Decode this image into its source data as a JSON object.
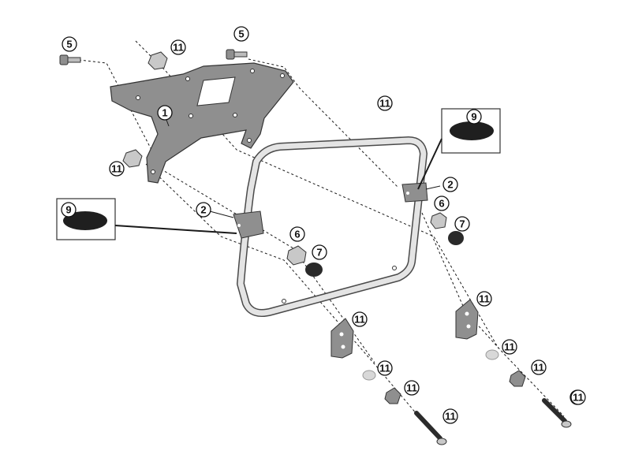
{
  "diagram": {
    "colors": {
      "line": "#1a1a1a",
      "plate": "#8f8f8f",
      "plate_dark": "#5a5a5a",
      "frame_fill": "#e4e4e4",
      "frame_stroke": "#4a4a4a",
      "nut": "#c8c8c8",
      "cap": "#2a2a2a",
      "washer": "#d8d8d8",
      "screw": "#2b2b2b",
      "background": "#ffffff"
    },
    "callouts": [
      {
        "id": "c-5a",
        "label": "5"
      },
      {
        "id": "c-11a",
        "label": "11"
      },
      {
        "id": "c-5b",
        "label": "5"
      },
      {
        "id": "c-1",
        "label": "1"
      },
      {
        "id": "c-11b",
        "label": "11"
      },
      {
        "id": "c-11c",
        "label": "11"
      },
      {
        "id": "c-9a",
        "label": "9"
      },
      {
        "id": "c-2a",
        "label": "2"
      },
      {
        "id": "c-6a",
        "label": "6"
      },
      {
        "id": "c-7a",
        "label": "7"
      },
      {
        "id": "c-9b",
        "label": "9"
      },
      {
        "id": "c-2b",
        "label": "2"
      },
      {
        "id": "c-6b",
        "label": "6"
      },
      {
        "id": "c-7b",
        "label": "7"
      },
      {
        "id": "c-11d",
        "label": "11"
      },
      {
        "id": "c-11e",
        "label": "11"
      },
      {
        "id": "c-11f",
        "label": "11"
      },
      {
        "id": "c-11g",
        "label": "11"
      },
      {
        "id": "c-11h",
        "label": "11"
      },
      {
        "id": "c-11i",
        "label": "11"
      },
      {
        "id": "c-11j",
        "label": "11"
      },
      {
        "id": "c-11k",
        "label": "11"
      },
      {
        "id": "c-11l",
        "label": "11"
      }
    ]
  }
}
